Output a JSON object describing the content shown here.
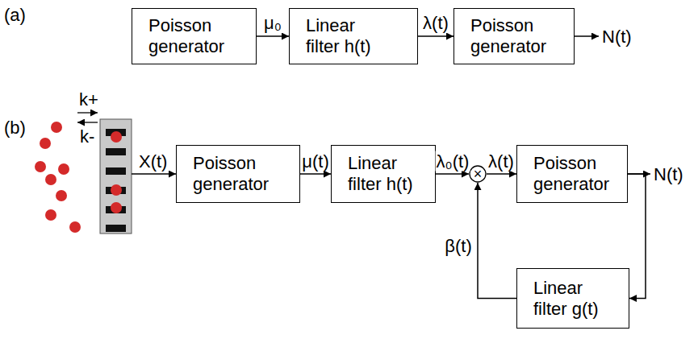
{
  "diagram": {
    "nodes": [
      {
        "text": [
          "Poisson generator"
        ]
      },
      {
        "text": [
          "Linear filter h(t)"
        ]
      },
      {
        "text": [
          "Poisson generator"
        ]
      },
      {
        "text": [
          "Poisson generator"
        ]
      },
      {
        "text": [
          "Linear filter h(t)"
        ]
      },
      {
        "text": [
          "×"
        ]
      },
      {
        "text": [
          "Poisson generator"
        ]
      },
      {
        "text": [
          "Linear filter g(t)"
        ]
      }
    ],
    "edges": [
      {
        "from": 0,
        "to": 1,
        "label": "μ₀",
        "arrow": "to"
      },
      {
        "from": 1,
        "to": 2,
        "label": "λ(t)",
        "arrow": "to"
      },
      {
        "from": 3,
        "to": 4,
        "label": "μ(t)",
        "arrow": "to"
      },
      {
        "from": 4,
        "to": 5,
        "label": "λ₀(t)",
        "arrow": "to"
      },
      {
        "from": 5,
        "to": 6,
        "label": "λ(t)",
        "arrow": "to"
      },
      {
        "from": 6,
        "to": 7,
        "arrow": "to"
      },
      {
        "from": 7,
        "to": 5,
        "label": "β(t)",
        "arrow": "to"
      }
    ],
    "labels": [
      "(a)",
      "N(t)",
      "(b)",
      "k+",
      "k-",
      "X(t)",
      "N(t)"
    ]
  }
}
